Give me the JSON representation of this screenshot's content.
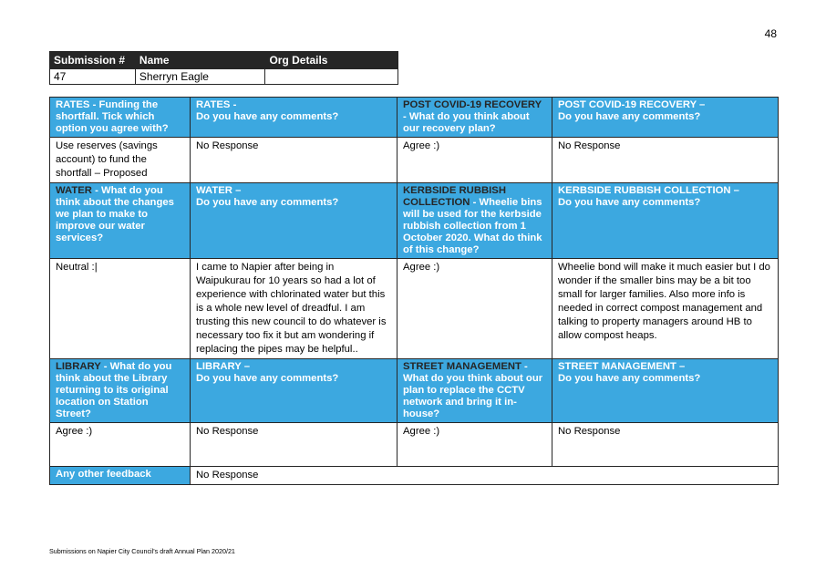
{
  "page_number": "48",
  "submission": {
    "headers": [
      "Submission #",
      "Name",
      "Org Details"
    ],
    "number": "47",
    "name": "Sherryn Eagle",
    "org": ""
  },
  "rows": {
    "rates_title": "RATES",
    "rates_q": " - Funding the shortfall. Tick which option you agree with?",
    "rates_c_title": "RATES -",
    "rates_c_q": "Do you have any comments?",
    "covid_title": "POST COVID-19 RECOVERY",
    "covid_q": " - What do you think about our recovery plan?",
    "covid_c_title": "POST COVID-19 RECOVERY –",
    "covid_c_q": "Do you have any comments?",
    "rates_answer": "Use reserves (savings account) to fund the shortfall – Proposed",
    "rates_comment": "No Response",
    "covid_answer": "Agree :)",
    "covid_comment": "No Response",
    "water_title": "WATER",
    "water_q": " - What do you think about the changes we plan to make to improve our water services?",
    "water_c_title": "WATER –",
    "water_c_q": "Do you have any comments?",
    "kerb_title": "KERBSIDE RUBBISH COLLECTION",
    "kerb_q": " - Wheelie bins will be used for the kerbside rubbish collection from 1 October 2020. What do think of this change?",
    "kerb_c_title": "KERBSIDE RUBBISH COLLECTION –",
    "kerb_c_q": "Do you have any comments?",
    "water_answer": "Neutral :|",
    "water_comment": "I came to Napier after being in Waipukurau for 10 years so had a lot of experience with chlorinated water but this is a whole new level of dreadful. I am  trusting this new council to do whatever is necessary too fix it but am wondering if replacing the pipes may be helpful..",
    "kerb_answer": "Agree :)",
    "kerb_comment": "Wheelie bond will make it much easier but I do wonder if the smaller bins may be a bit too small for larger families. Also more info is needed in correct compost management and talking to property managers around HB to allow compost heaps.",
    "library_title": "LIBRARY",
    "library_q": " - What do you think about the Library returning to its original location on Station Street?",
    "library_c_title": "LIBRARY –",
    "library_c_q": "Do you have any comments?",
    "street_title": "STREET MANAGEMENT",
    "street_q": " - What do you think about our plan to replace the CCTV network and bring it in-house?",
    "street_c_title": "STREET MANAGEMENT –",
    "street_c_q": "Do you have any comments?",
    "library_answer": "Agree :)",
    "library_comment": "No Response",
    "street_answer": "Agree :)",
    "street_comment": "No Response",
    "other_label": "Any other feedback",
    "other_value": "No Response"
  },
  "footer": "Submissions on Napier City Council's draft Annual Plan 2020/21",
  "colors": {
    "header_blue": "#3ca8e0",
    "header_dark": "#262626"
  }
}
